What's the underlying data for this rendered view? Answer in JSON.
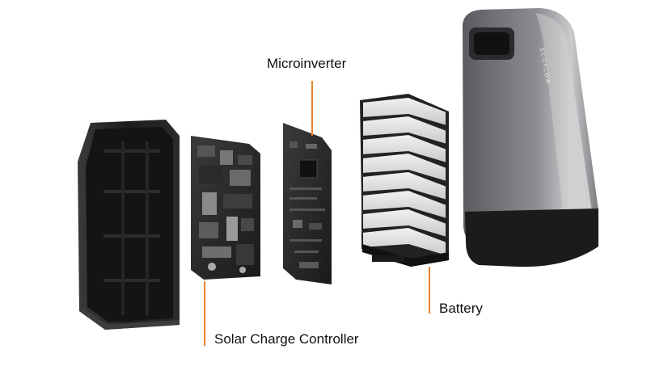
{
  "labels": {
    "microinverter": "Microinverter",
    "battery": "Battery",
    "solar_charge_controller": "Solar Charge Controller"
  },
  "brand_text": "ECOFLOW",
  "colors": {
    "leader_line": "#e8832a",
    "label_text": "#111111",
    "background": "#ffffff"
  }
}
